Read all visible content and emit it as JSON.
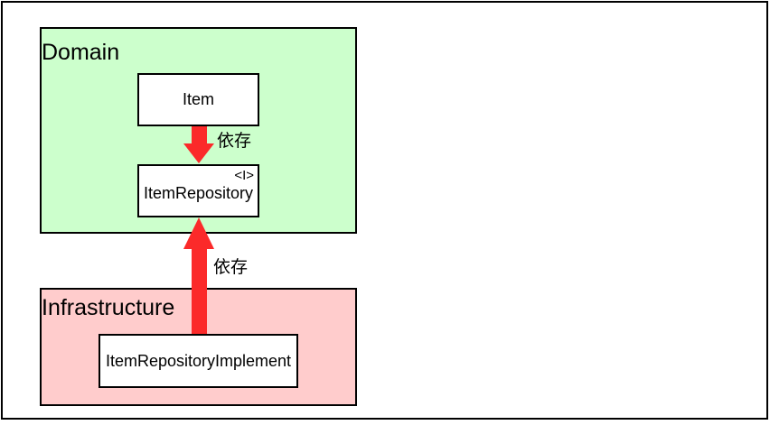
{
  "colors": {
    "domain_fill": "#ccffcc",
    "infrastructure_fill": "#ffcccc",
    "node_fill": "#ffffff",
    "arrow_red": "#fb2a2a",
    "border": "#000000"
  },
  "regions": {
    "domain": {
      "label": "Domain"
    },
    "infrastructure": {
      "label": "Infrastructure"
    }
  },
  "nodes": {
    "item": {
      "label": "Item"
    },
    "item_repository": {
      "stereotype": "<I>",
      "label": "ItemRepository"
    },
    "item_repository_implement": {
      "label": "ItemRepositoryImplement"
    }
  },
  "edges": {
    "item_to_repository": {
      "from": "Item",
      "to": "ItemRepository",
      "label": "依存",
      "direction": "down"
    },
    "implement_to_repository": {
      "from": "ItemRepositoryImplement",
      "to": "ItemRepository",
      "label": "依存",
      "direction": "up"
    }
  }
}
